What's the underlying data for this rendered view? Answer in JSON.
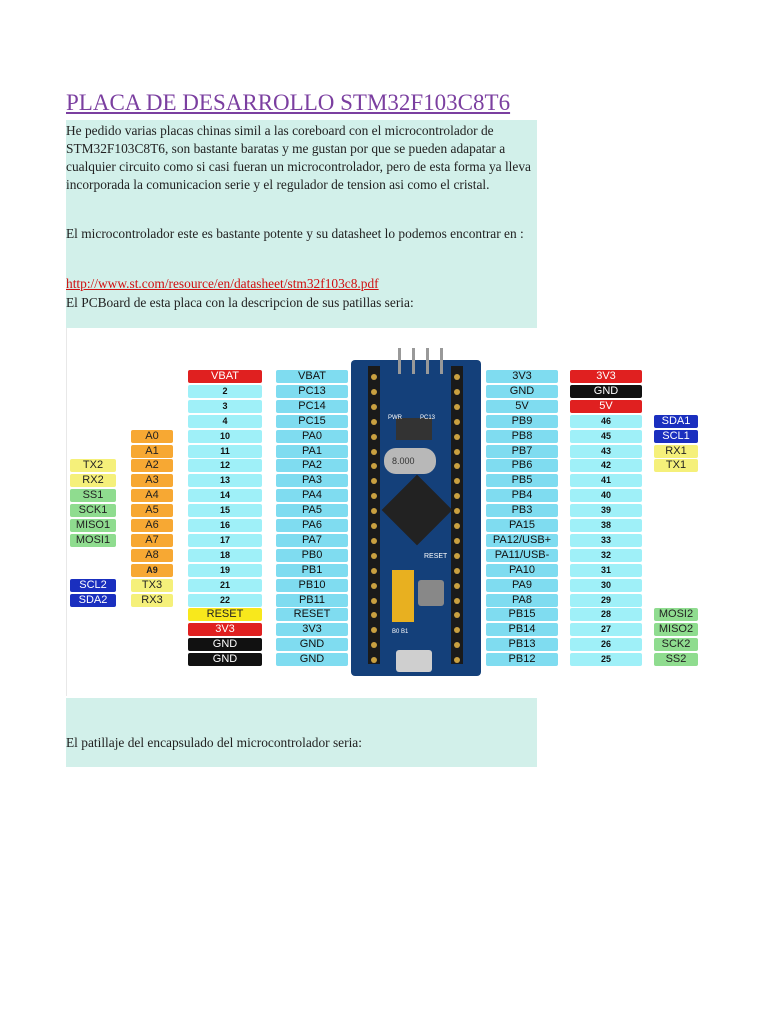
{
  "title": "PLACA DE DESARROLLO STM32F103C8T6",
  "paragraphs": {
    "p1": "He pedido varias placas chinas simil a las coreboard con el microcontrolador de STM32F103C8T6, son bastante baratas y me gustan  por que se pueden adapatar a cualquier circuito como si casi fueran un microcontrolador, pero de esta forma ya lleva incorporada la comunicacion serie y el regulador de tension asi como el cristal.",
    "p2": "El microcontrolador este es bastante potente y su datasheet lo podemos encontrar en :",
    "link": "http://www.st.com/resource/en/datasheet/stm32f103c8.pdf",
    "p3": "El PCBoard de esta placa con la descripcion de sus patillas seria:",
    "p4": "El patillaje del encapsulado del microcontrolador seria:"
  },
  "pinout": {
    "left_rows": [
      {
        "num": "VBAT",
        "pin": "VBAT",
        "alt1": "",
        "alt2": ""
      },
      {
        "num": "2",
        "pin": "PC13",
        "alt1": "",
        "alt2": ""
      },
      {
        "num": "3",
        "pin": "PC14",
        "alt1": "",
        "alt2": ""
      },
      {
        "num": "4",
        "pin": "PC15",
        "alt1": "",
        "alt2": ""
      },
      {
        "num": "10",
        "pin": "PA0",
        "alt1": "A0",
        "alt2": ""
      },
      {
        "num": "11",
        "pin": "PA1",
        "alt1": "A1",
        "alt2": ""
      },
      {
        "num": "12",
        "pin": "PA2",
        "alt1": "A2",
        "alt2": "TX2"
      },
      {
        "num": "13",
        "pin": "PA3",
        "alt1": "A3",
        "alt2": "RX2"
      },
      {
        "num": "14",
        "pin": "PA4",
        "alt1": "A4",
        "alt2": "SS1"
      },
      {
        "num": "15",
        "pin": "PA5",
        "alt1": "A5",
        "alt2": "SCK1"
      },
      {
        "num": "16",
        "pin": "PA6",
        "alt1": "A6",
        "alt2": "MISO1"
      },
      {
        "num": "17",
        "pin": "PA7",
        "alt1": "A7",
        "alt2": "MOSI1"
      },
      {
        "num": "18",
        "pin": "PB0",
        "alt1": "A8",
        "alt2": ""
      },
      {
        "num": "19",
        "pin": "PB1",
        "alt1": "A9",
        "alt2": ""
      },
      {
        "num": "21",
        "pin": "PB10",
        "alt1": "TX3",
        "alt2": "SCL2"
      },
      {
        "num": "22",
        "pin": "PB11",
        "alt1": "RX3",
        "alt2": "SDA2"
      },
      {
        "num": "RESET",
        "pin": "RESET",
        "alt1": "",
        "alt2": ""
      },
      {
        "num": "3V3",
        "pin": "3V3",
        "alt1": "",
        "alt2": ""
      },
      {
        "num": "GND",
        "pin": "GND",
        "alt1": "",
        "alt2": ""
      },
      {
        "num": "GND",
        "pin": "GND",
        "alt1": "",
        "alt2": ""
      }
    ],
    "right_rows": [
      {
        "pin": "3V3",
        "num": "3V3",
        "alt": ""
      },
      {
        "pin": "GND",
        "num": "GND",
        "alt": ""
      },
      {
        "pin": "5V",
        "num": "5V",
        "alt": ""
      },
      {
        "pin": "PB9",
        "num": "46",
        "alt": "SDA1"
      },
      {
        "pin": "PB8",
        "num": "45",
        "alt": "SCL1"
      },
      {
        "pin": "PB7",
        "num": "43",
        "alt": "RX1"
      },
      {
        "pin": "PB6",
        "num": "42",
        "alt": "TX1"
      },
      {
        "pin": "PB5",
        "num": "41",
        "alt": ""
      },
      {
        "pin": "PB4",
        "num": "40",
        "alt": ""
      },
      {
        "pin": "PB3",
        "num": "39",
        "alt": ""
      },
      {
        "pin": "PA15",
        "num": "38",
        "alt": ""
      },
      {
        "pin": "PA12/USB+",
        "num": "33",
        "alt": ""
      },
      {
        "pin": "PA11/USB-",
        "num": "32",
        "alt": ""
      },
      {
        "pin": "PA10",
        "num": "31",
        "alt": ""
      },
      {
        "pin": "PA9",
        "num": "30",
        "alt": ""
      },
      {
        "pin": "PA8",
        "num": "29",
        "alt": ""
      },
      {
        "pin": "PB15",
        "num": "28",
        "alt": "MOSI2"
      },
      {
        "pin": "PB14",
        "num": "27",
        "alt": "MISO2"
      },
      {
        "pin": "PB13",
        "num": "26",
        "alt": "SCK2"
      },
      {
        "pin": "PB12",
        "num": "25",
        "alt": "SS2"
      }
    ],
    "board_text": {
      "reset": "RESET",
      "boot": "B0 B1",
      "pwr": "PWR",
      "pc13": "PC13",
      "crystal": "8.000"
    }
  },
  "colors": {
    "title": "#7b3fa0",
    "link": "#d01010",
    "teal_bg": "#d2f0ea",
    "pin_cyan": "#7fdcf0",
    "pin_num_cyan": "#9ff0f8",
    "analog_orange": "#f7a833",
    "uart_yellow": "#f5f07a",
    "spi_green": "#8fdc8f",
    "i2c_blue": "#1a2fbf",
    "power_red": "#e02020",
    "gnd_black": "#111111",
    "reset_yellow": "#f8e81c"
  }
}
